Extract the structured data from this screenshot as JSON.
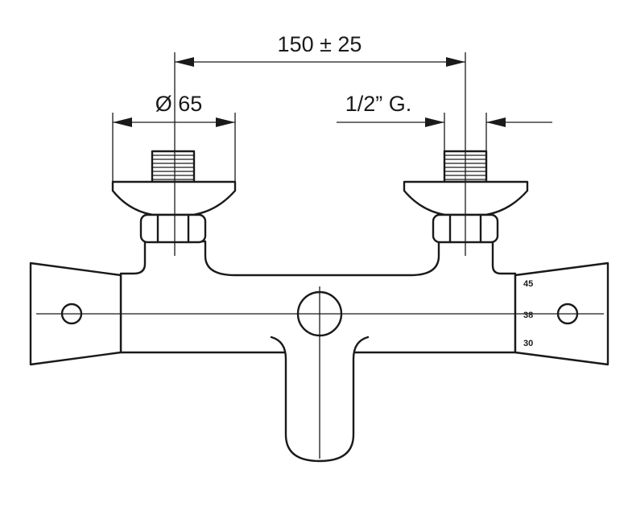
{
  "dimensions": {
    "center_distance": "150 ± 25",
    "diameter": "Ø 65",
    "thread": "1/2” G."
  },
  "temperature_scale": [
    "45",
    "38",
    "30"
  ],
  "colors": {
    "line": "#1a1a1a",
    "background": "#ffffff"
  }
}
